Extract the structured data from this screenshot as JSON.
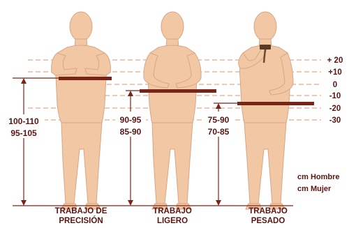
{
  "colors": {
    "body_fill": "#f2c7a4",
    "body_stroke": "#d9a585",
    "dark_line": "#7a2418",
    "dashed_line": "#e8a98a",
    "text": "#5a1410",
    "background": "#ffffff"
  },
  "reference_lines": [
    "+ 20",
    "+10",
    "0",
    "-10",
    "-20",
    "-30"
  ],
  "figures": [
    {
      "pose": "precision",
      "caption_line1": "TRABAJO DE",
      "caption_line2": "PRECISIÓN",
      "height_men": "100-110",
      "height_women": "95-105"
    },
    {
      "pose": "light",
      "caption_line1": "TRABAJO",
      "caption_line2": "LIGERO",
      "height_men": "90-95",
      "height_women": "85-90"
    },
    {
      "pose": "heavy",
      "caption_line1": "TRABAJO",
      "caption_line2": "PESADO",
      "height_men": "75-90",
      "height_women": "70-85"
    }
  ],
  "legend": {
    "men": "cm Hombre",
    "women": "cm Mujer"
  }
}
